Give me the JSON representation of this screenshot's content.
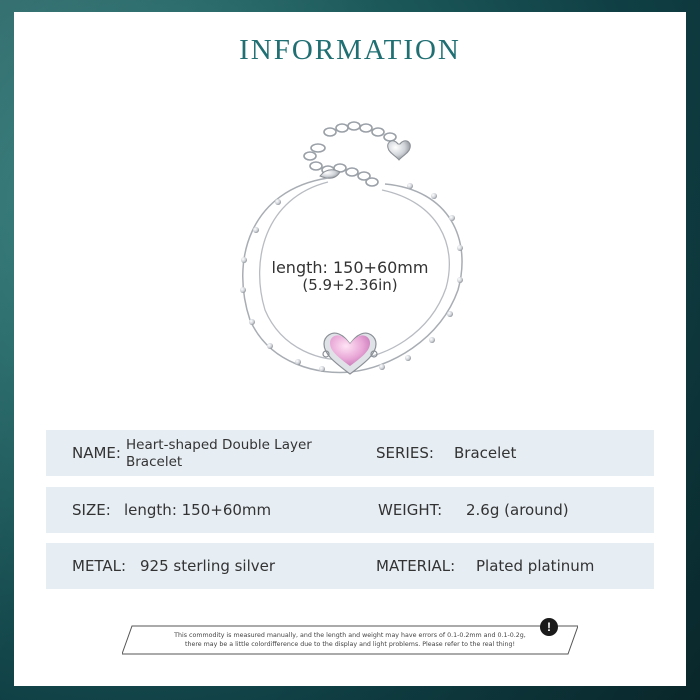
{
  "title": "INFORMATION",
  "image_note": {
    "length_line1": "length: 150+60mm",
    "length_line2": "(5.9+2.36in)"
  },
  "specs": {
    "name_label": "NAME:",
    "name_value": "Heart-shaped Double Layer Bracelet",
    "series_label": "SERIES:",
    "series_value": "Bracelet",
    "size_label": "SIZE:",
    "size_value": "length: 150+60mm",
    "weight_label": "WEIGHT:",
    "weight_value": "2.6g (around)",
    "metal_label": "METAL:",
    "metal_value": "925 sterling silver",
    "material_label": "MATERIAL:",
    "material_value": "Plated platinum"
  },
  "notice": {
    "line1": "This commodity is measured manually, and the length and weight may have errors of 0.1-0.2mm and 0.1-0.2g,",
    "line2": "there may be a little colordifference due to the display and light problems. Please refer to the real thing!",
    "icon": "warning-icon"
  },
  "colors": {
    "title": "#1f6f73",
    "row_bg": "#e6edf3",
    "gem": "#e8a6d6",
    "frame": "#1f5f60"
  }
}
